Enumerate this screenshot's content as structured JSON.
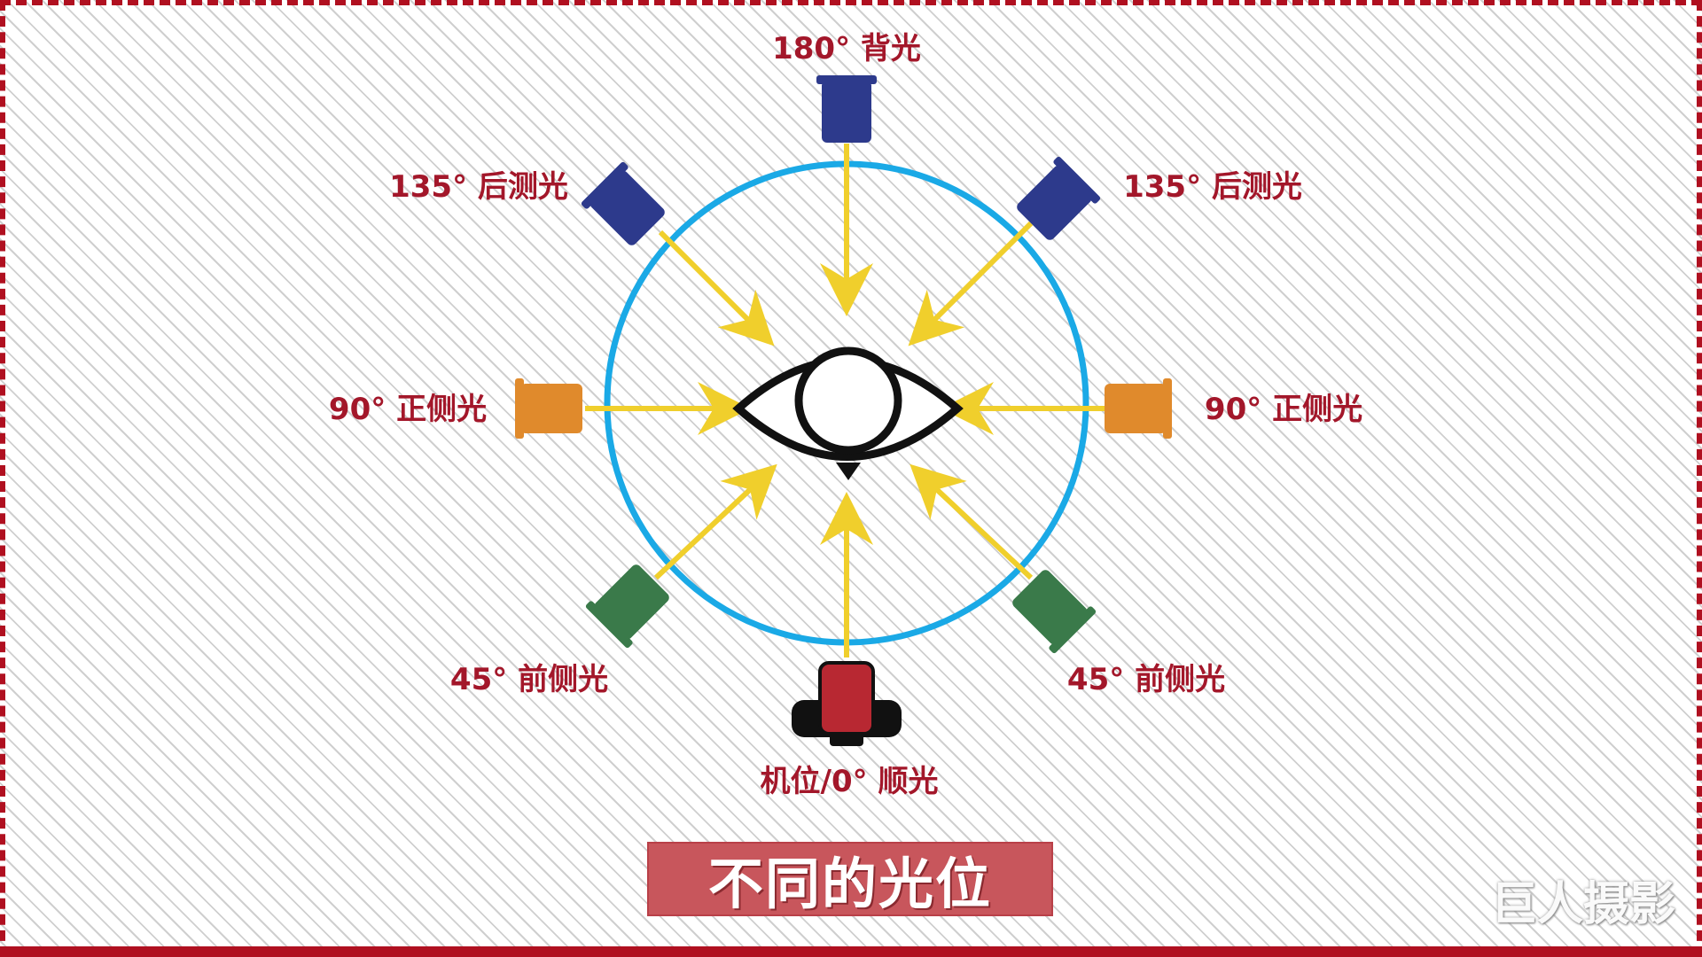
{
  "colors": {
    "backlight_lamp": "#2d3a8c",
    "sidelight_lamp": "#e08a2c",
    "frontside_lamp": "#3a7a4a",
    "camera": "#b82832",
    "ring": "#1aa9e6",
    "arrow": "#f0cf2c",
    "label": "#a3172a",
    "border": "#b01020"
  },
  "icons": {
    "subject": "eye-icon",
    "lamp": "light-icon",
    "camera": "camera-icon"
  },
  "positions": [
    {
      "id": "back",
      "label": "180°  背光"
    },
    {
      "id": "rear-left",
      "label": "135°  后测光"
    },
    {
      "id": "rear-right",
      "label": "135°  后测光"
    },
    {
      "id": "side-left",
      "label": "90°  正侧光"
    },
    {
      "id": "side-right",
      "label": "90°  正侧光"
    },
    {
      "id": "front-left",
      "label": "45°  前侧光"
    },
    {
      "id": "front-right",
      "label": "45°  前侧光"
    },
    {
      "id": "camera",
      "label": "机位/0°  顺光"
    }
  ],
  "title": "不同的光位",
  "watermark": "巨人摄影"
}
